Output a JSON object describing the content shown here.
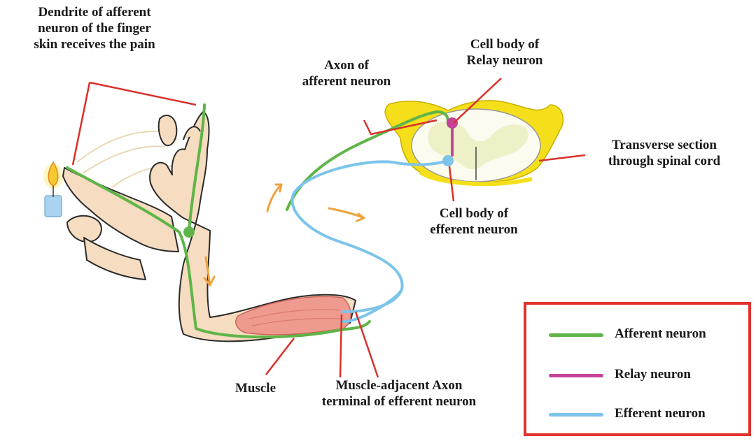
{
  "labels": {
    "dendrite": [
      "Dendrite of afferent",
      "neuron of the finger",
      "skin receives the pain"
    ],
    "axon_afferent": [
      "Axon of",
      "afferent neuron"
    ],
    "relay_body": [
      "Cell body of",
      "Relay neuron"
    ],
    "transverse": [
      "Transverse section",
      "through spinal cord"
    ],
    "efferent_body": [
      "Cell body of",
      "efferent neuron"
    ],
    "muscle": "Muscle",
    "axon_terminal": [
      "Muscle-adjacent Axon",
      "terminal of efferent neuron"
    ]
  },
  "legend": [
    {
      "label": "Afferent neuron",
      "color": "#5fb548"
    },
    {
      "label": "Relay neuron",
      "color": "#c5449a"
    },
    {
      "label": "Efferent neuron",
      "color": "#7cc4ea"
    }
  ],
  "colors": {
    "afferent": "#5fb548",
    "relay": "#c5449a",
    "efferent": "#7cc4ea",
    "pointer": "#d9302a",
    "skin": "#f6dcc0",
    "skin_outline": "#2b2b2b",
    "muscle": "#ef9a8f",
    "spinal_grey": "#eef0c8",
    "spinal_root": "#f5df1a",
    "flow_arrow": "#f0a23a",
    "candle_flame": "#f7c832",
    "candle_body": "#aad3ef"
  },
  "icons": [
    "candle-flame-icon",
    "flow-arrow-icon"
  ]
}
